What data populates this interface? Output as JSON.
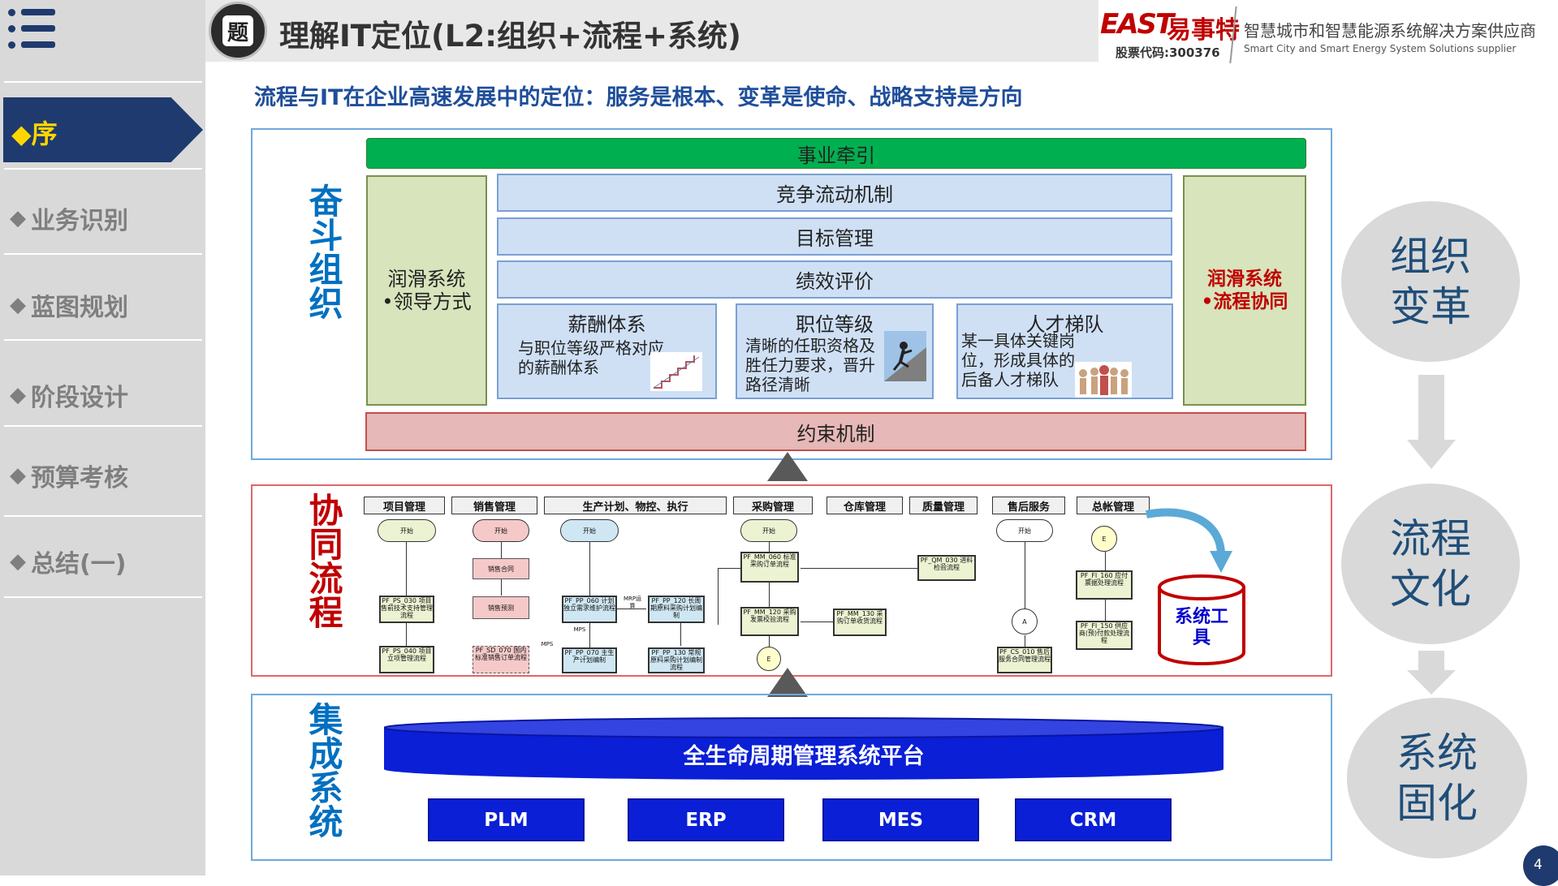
{
  "header": {
    "title_badge": "题",
    "title": "理解IT定位(L2:组织+流程+系统)",
    "subtitle": "流程与IT在企业高速发展中的定位：服务是根本、变革是使命、战略支持是方向"
  },
  "logo": {
    "brand_en": "EAST",
    "brand_cn": "易事特",
    "stock_code": "股票代码:300376",
    "company_cn": "智慧城市和智慧能源系统解决方案供应商",
    "company_en": "Smart City and Smart Energy System Solutions supplier"
  },
  "sidebar": {
    "icon": "menu-list-icon",
    "active": "◆序",
    "items": [
      "业务识别",
      "蓝图规划",
      "阶段设计",
      "预算考核",
      "总结(一)"
    ]
  },
  "org_panel": {
    "label": "奋斗组织",
    "top_bar": "事业牵引",
    "bottom_bar": "约束机制",
    "left_box_line1": "润滑系统",
    "left_box_line2": "•领导方式",
    "right_box_line1": "润滑系统",
    "right_box_line2": "•流程协同",
    "rows": [
      "竞争流动机制",
      "目标管理",
      "绩效评价"
    ],
    "cards": [
      {
        "title": "薪酬体系",
        "text": "与职位等级严格对应的薪酬体系"
      },
      {
        "title": "职位等级",
        "text": "清晰的任职资格及胜任力要求，晋升路径清晰"
      },
      {
        "title": "人才梯队",
        "text": "某一具体关键岗位，形成具体的后备人才梯队"
      }
    ]
  },
  "process_panel": {
    "label": "协同流程",
    "stages": [
      "项目管理",
      "销售管理",
      "生产计划、物控、执行",
      "采购管理",
      "仓库管理",
      "质量管理",
      "售后服务",
      "总帐管理"
    ],
    "start_label": "开始",
    "nodes": {
      "sales_contract": "销售合同",
      "sales_forecast": "销售预测",
      "ps030": "PF_PS_030 项目售前技术支持管理流程",
      "ps040": "PF_PS_040 项目立项管理流程",
      "sd070": "PF_SD_070 国内标准销售订单流程",
      "pp060": "PF_PP_060 计划独立需求维护流程",
      "pp070": "PF_PP_070 主生产计划编制",
      "pp120": "PF_PP_120 长周期原料采购计划编制",
      "pp130": "PF_PP_130 常规原料采购计划编制流程",
      "mm060": "PF_MM_060 标准采购订单流程",
      "mm120": "PF_MM_120 采购发票校验流程",
      "mm130": "PF_MM_130 采购订单收货流程",
      "qm030": "PF_QM_030 进料检验流程",
      "cs010": "PF_CS_010 售后服务合同管理流程",
      "fi160": "PF_FI_160 应付票据处理流程",
      "fi150": "PF_FI_150 供应商(预)付款处理流程",
      "mrp": "MRP运算",
      "mps": "MPS",
      "circle_e": "E",
      "circle_a": "A"
    },
    "tool_label": "系统工具"
  },
  "system_panel": {
    "label": "集成系统",
    "platform": "全生命周期管理系统平台",
    "systems": [
      "PLM",
      "ERP",
      "MES",
      "CRM"
    ]
  },
  "right_circles": [
    "组织\n变革",
    "流程\n文化",
    "系统\n固化"
  ],
  "page_number": "4",
  "colors": {
    "navy": "#1f3a6e",
    "title_blue": "#1f4e9a",
    "label_blue": "#0070c0",
    "label_red": "#c00000",
    "green_bar": "#00b050",
    "pink_bar": "#e6b8b7",
    "light_green": "#d8e4bc",
    "light_blue": "#cfe0f5",
    "platform_blue": "#0a1fd6"
  }
}
